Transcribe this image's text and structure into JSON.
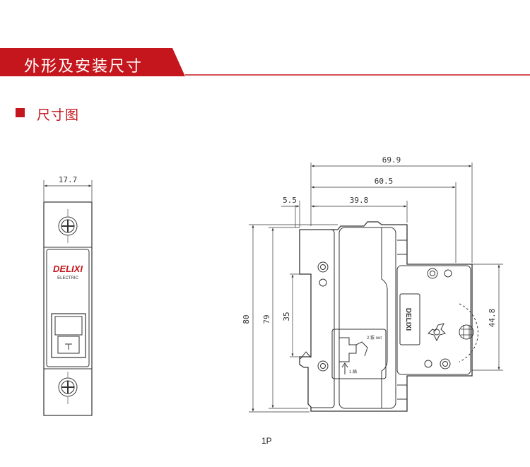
{
  "header": {
    "title": "外形及安装尺寸",
    "accent_color": "#c4161c"
  },
  "section": {
    "title": "尺寸图"
  },
  "front_view": {
    "width_dim": "17.7",
    "brand": "DELIXI",
    "brand_sub": "ELECTRIC",
    "handle_mark": "T"
  },
  "side_view": {
    "dim_total_depth": "69.9",
    "dim_depth_2": "60.5",
    "dim_depth_3": "39.8",
    "dim_offset": "5.5",
    "dim_height_total": "80",
    "dim_height_body": "79",
    "dim_rail": "35",
    "dim_right_height": "44.8",
    "label_strip": "2.拔 out",
    "label_insert": "1.插",
    "logo_vertical": "DELIXI"
  },
  "caption": "1P"
}
